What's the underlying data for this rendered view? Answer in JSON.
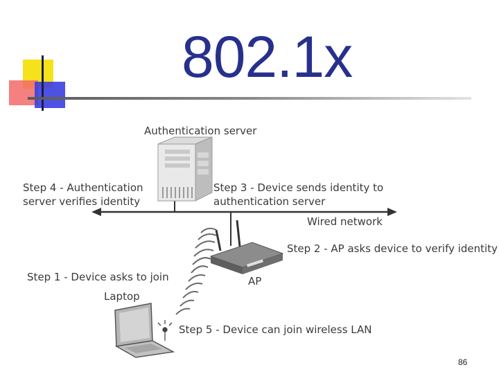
{
  "slide": {
    "title": "802.1x",
    "page_number": "86"
  },
  "diagram": {
    "nodes": {
      "auth_server": "Authentication server",
      "ap": "AP",
      "laptop": "Laptop",
      "network": "Wired network"
    },
    "steps": {
      "step1": "Step 1 - Device asks to join",
      "step2": "Step 2 - AP asks device to verify identity",
      "step3_line1": "Step 3 - Device sends identity to",
      "step3_line2": "authentication server",
      "step4_line1": "Step 4 - Authentication",
      "step4_line2": "server verifies identity",
      "step5": "Step 5 - Device can join wireless LAN"
    }
  },
  "colors": {
    "title": "#27308c",
    "deco_yellow": "#f5e21a",
    "deco_red": "#f26a6a",
    "deco_blue": "#3b3fe0",
    "label_text": "#3a3a3a"
  }
}
